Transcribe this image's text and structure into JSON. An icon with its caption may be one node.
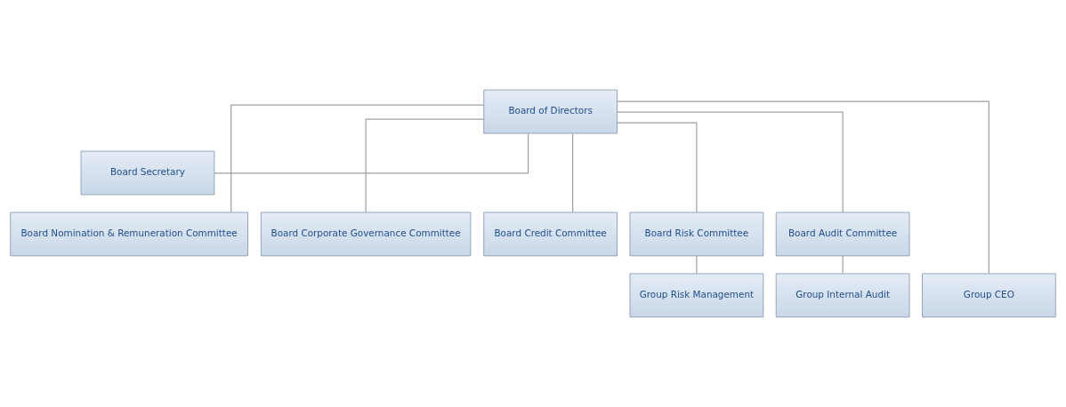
{
  "diagram": {
    "nodes": [
      {
        "text": [
          "Board of Directors"
        ]
      },
      {
        "text": [
          "Board Secretary"
        ]
      },
      {
        "text": [
          "Board Nomination & Remuneration Committee"
        ]
      },
      {
        "text": [
          "Board Corporate Governance Committee"
        ]
      },
      {
        "text": [
          "Board Credit Committee"
        ]
      },
      {
        "text": [
          "Board Risk Committee"
        ]
      },
      {
        "text": [
          "Board Audit Committee"
        ]
      },
      {
        "text": [
          "Group CEO"
        ]
      },
      {
        "text": [
          "Group Risk Management"
        ]
      },
      {
        "text": [
          "Group Internal Audit"
        ]
      }
    ],
    "edges": [
      {
        "from": 0,
        "to": 1,
        "arrow": "none"
      },
      {
        "from": 0,
        "to": 2,
        "arrow": "none"
      },
      {
        "from": 0,
        "to": 3,
        "arrow": "none"
      },
      {
        "from": 0,
        "to": 7,
        "arrow": "none"
      },
      {
        "from": 0,
        "to": 4,
        "arrow": "none"
      },
      {
        "from": 0,
        "to": 5,
        "arrow": "none"
      },
      {
        "from": 0,
        "to": 6,
        "arrow": "none"
      },
      {
        "from": 5,
        "to": 8,
        "arrow": "none"
      },
      {
        "from": 6,
        "to": 9,
        "arrow": "none"
      }
    ]
  }
}
